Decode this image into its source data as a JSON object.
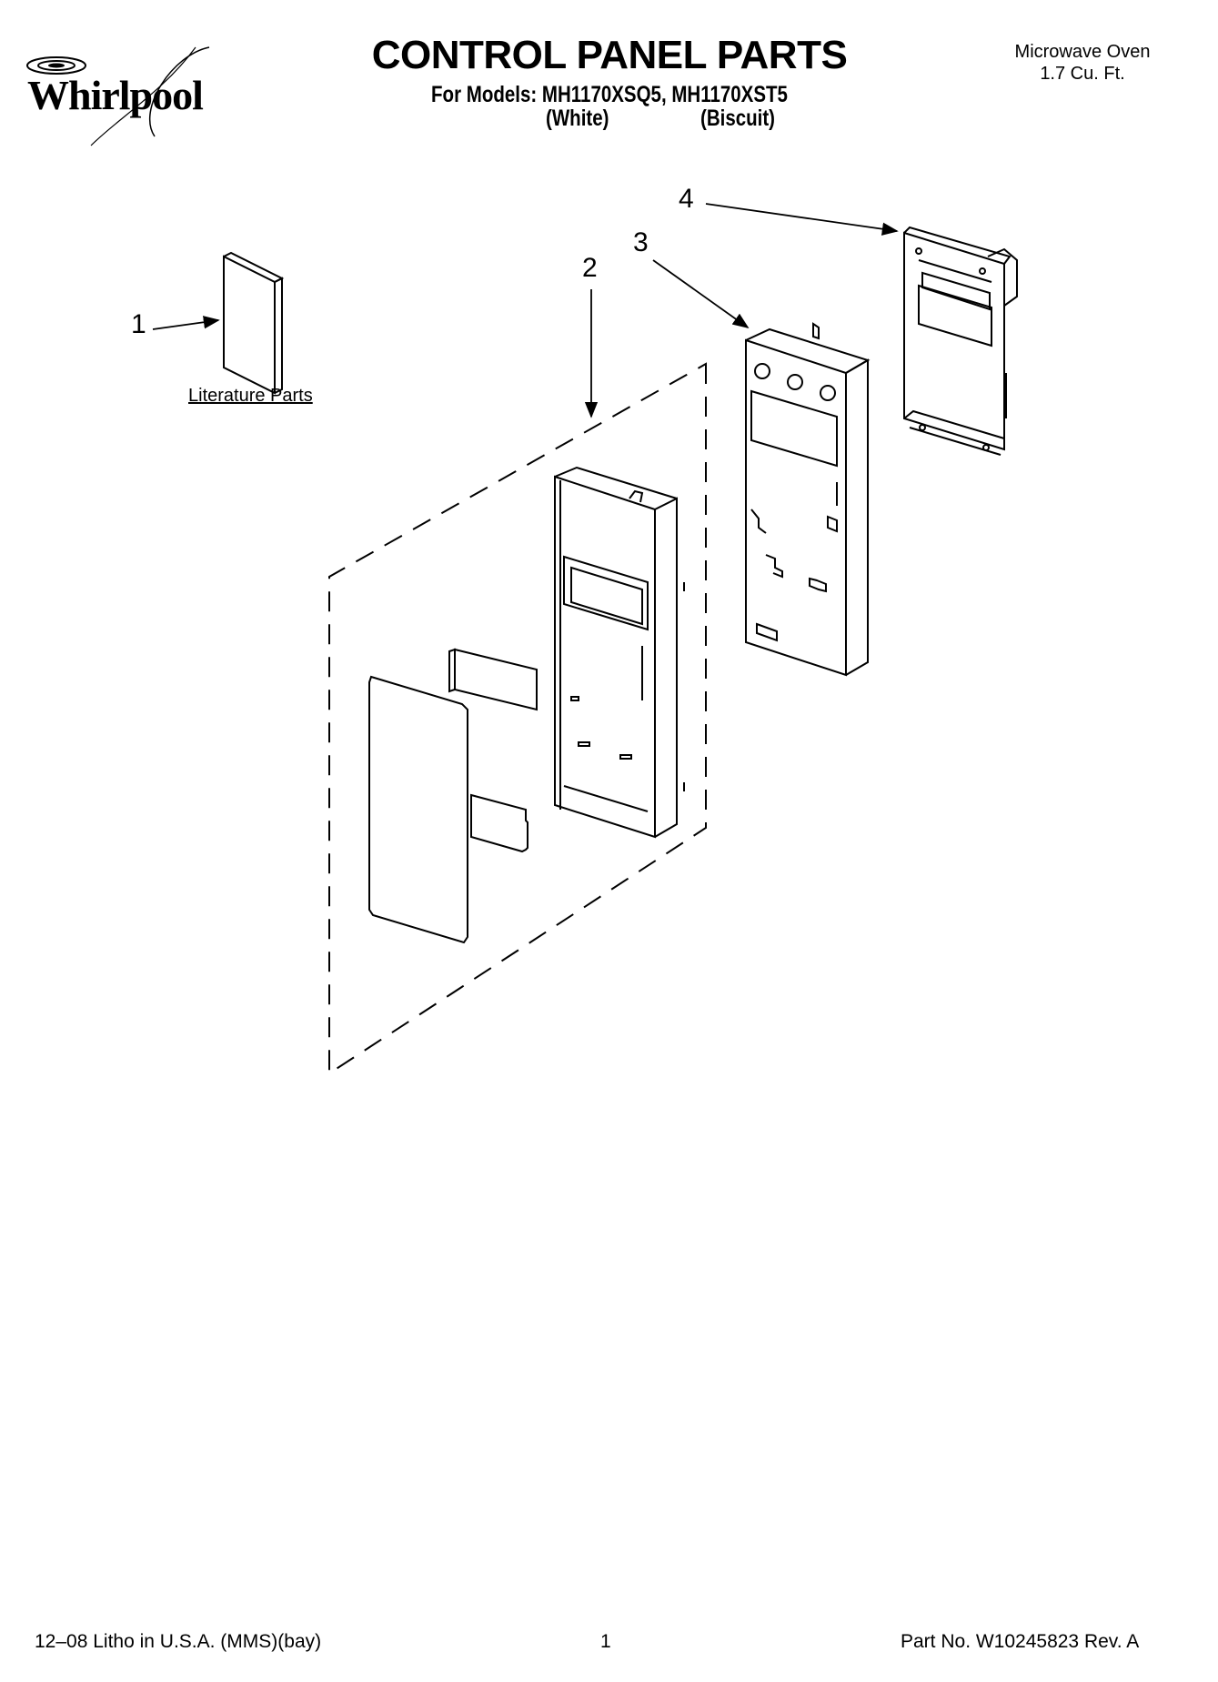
{
  "brand": {
    "logo_text": "Whirlpool"
  },
  "header": {
    "title": "CONTROL PANEL PARTS",
    "models_line": "For Models: MH1170XSQ5, MH1170XST5",
    "variant_white": "(White)",
    "variant_biscuit": "(Biscuit)",
    "product_name": "Microwave Oven",
    "product_size": "1.7 Cu. Ft."
  },
  "callouts": [
    {
      "number": "1"
    },
    {
      "number": "2"
    },
    {
      "number": "3"
    },
    {
      "number": "4"
    }
  ],
  "labels": {
    "literature_parts": "Literature Parts"
  },
  "footer": {
    "left": "12–08 Litho in U.S.A. (MMS)(bay)",
    "page": "1",
    "right": "Part No. W10245823 Rev. A"
  }
}
